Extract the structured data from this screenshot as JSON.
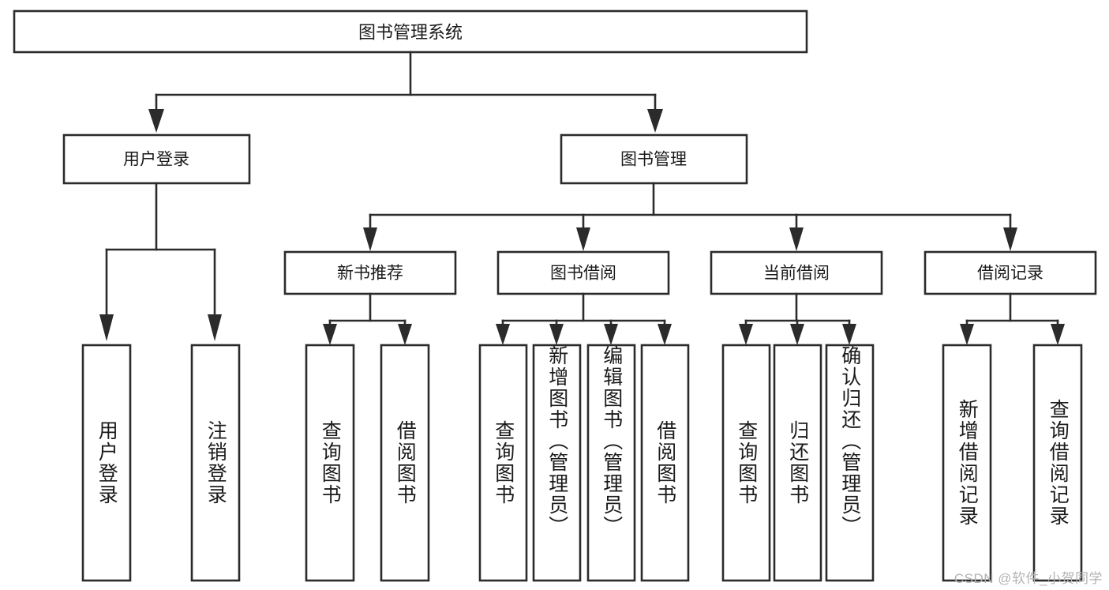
{
  "diagram": {
    "title": "图书管理系统",
    "watermark": "CSDN @软件_小贺同学",
    "colors": {
      "stroke": "#2b2b2b",
      "fill": "#ffffff",
      "text": "#1a1a1a",
      "watermark": "#b3b3b3"
    },
    "root": {
      "label": "图书管理系统",
      "level": 0
    },
    "level1": [
      {
        "label": "用户登录"
      },
      {
        "label": "图书管理"
      }
    ],
    "level2": [
      {
        "label": "新书推荐"
      },
      {
        "label": "图书借阅"
      },
      {
        "label": "当前借阅"
      },
      {
        "label": "借阅记录"
      }
    ],
    "leaves": {
      "user_login": [
        {
          "label": "用户登录"
        },
        {
          "label": "注销登录"
        }
      ],
      "new_book": [
        {
          "label": "查询图书"
        },
        {
          "label": "借阅图书"
        }
      ],
      "borrow_book": [
        {
          "label": "查询图书"
        },
        {
          "label": "新增图书（管理员）"
        },
        {
          "label": "编辑图书（管理员）"
        },
        {
          "label": "借阅图书"
        }
      ],
      "current_borrow": [
        {
          "label": "查询图书"
        },
        {
          "label": "归还图书"
        },
        {
          "label": "确认归还（管理员）"
        }
      ],
      "borrow_record": [
        {
          "label": "新增借阅记录"
        },
        {
          "label": "查询借阅记录"
        }
      ]
    }
  }
}
